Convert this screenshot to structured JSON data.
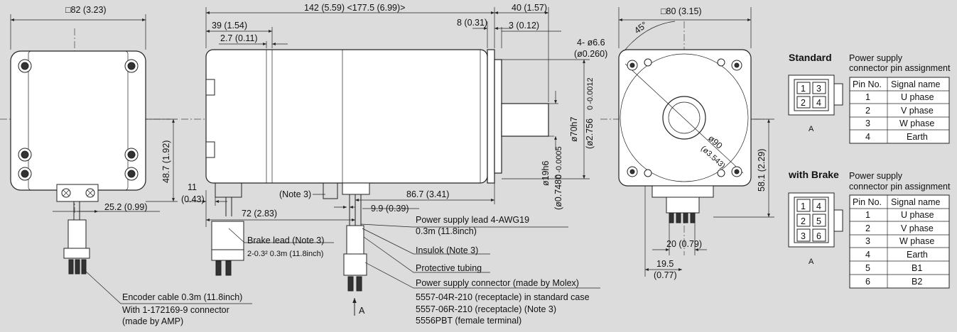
{
  "front_view": {
    "dim_square": "□82 (3.23)",
    "dim_height": "48.7 (1.92)",
    "dim_connector": "25.2 (0.99)",
    "encoder_note": [
      "Encoder cable 0.3m (11.8inch)",
      "With 1-172169-9 connector",
      "(made by AMP)"
    ]
  },
  "side_view": {
    "dim_total": "142 (5.59) <177.5 (6.99)>",
    "dim_39": "39 (1.54)",
    "dim_27": "2.7 (0.11)",
    "dim_8": "8 (0.31)",
    "dim_40": "40 (1.57)",
    "dim_3": "3 (0.12)",
    "dim_bolt_hole": [
      "4- ø6.6",
      "(ø0.260)"
    ],
    "dim_11": [
      "11",
      "(0.43)"
    ],
    "note3": "(Note 3)",
    "dim_867": "86.7 (3.41)",
    "dim_99": "9.9 (0.39)",
    "dim_72": "72 (2.83)",
    "dim_shaft": "ø19h6",
    "dim_shaft_in": "(ø0.7480",
    "dim_shaft_in_tol": "0 -0.0005",
    "dim_spigot": "ø70h7",
    "dim_spigot_in": "(ø2.756",
    "dim_spigot_in_tol": "0 -0.0012",
    "brake_lead": [
      "Brake lead (Note 3)",
      "2-0.3² 0.3m (11.8inch)"
    ],
    "power_lead": [
      "Power supply lead 4-AWG19",
      "0.3m (11.8inch)"
    ],
    "insulok": "Insulok (Note 3)",
    "tubing": "Protective tubing",
    "connector": [
      "Power supply connector (made by Molex)",
      "5557-04R-210 (receptacle) in standard case",
      "5557-06R-210 (receptacle) (Note 3)",
      "5556PBT (female terminal)"
    ],
    "arrow_label": "A"
  },
  "flange_view": {
    "dim_square": "□80 (3.15)",
    "angle": "45°",
    "pcd": "ø90",
    "pcd_in": "(ø3.543)",
    "dim_581": "58.1 (2.29)",
    "dim_20": "20 (0.79)",
    "dim_195": [
      "19.5",
      "(0.77)"
    ]
  },
  "standard_table": {
    "title": "Standard",
    "subtitle": [
      "Power supply",
      "connector pin assignment"
    ],
    "headers": [
      "Pin No.",
      "Signal name"
    ],
    "rows": [
      [
        "1",
        "U phase"
      ],
      [
        "2",
        "V phase"
      ],
      [
        "3",
        "W phase"
      ],
      [
        "4",
        "Earth"
      ]
    ],
    "pins": [
      "1",
      "3",
      "2",
      "4"
    ],
    "view_label": "A"
  },
  "brake_table": {
    "title": "with Brake",
    "subtitle": [
      "Power supply",
      "connector pin assignment"
    ],
    "headers": [
      "Pin No.",
      "Signal name"
    ],
    "rows": [
      [
        "1",
        "U phase"
      ],
      [
        "2",
        "V phase"
      ],
      [
        "3",
        "W phase"
      ],
      [
        "4",
        "Earth"
      ],
      [
        "5",
        "B1"
      ],
      [
        "6",
        "B2"
      ]
    ],
    "pins": [
      "1",
      "4",
      "2",
      "5",
      "3",
      "6"
    ],
    "view_label": "A"
  }
}
